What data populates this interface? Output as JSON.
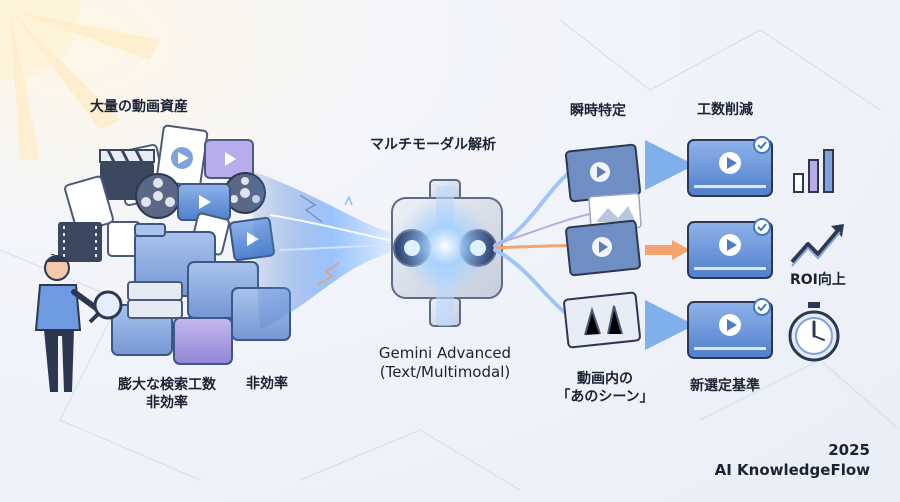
{
  "labels": {
    "massive_assets": "大量の動画資産",
    "multimodal_analysis": "マルチモーダル解析",
    "instant_identification": "瞬時特定",
    "effort_reduction": "工数削減",
    "huge_search_effort_line1": "膨大な検索工数",
    "huge_search_effort_line2": "非効率",
    "inefficiency": "非効率",
    "engine_line1": "Gemini Advanced",
    "engine_line2": "(Text/Multimodal)",
    "scene_line1": "動画内の",
    "scene_line2": "「あのシーン」",
    "roi_up": "ROI向上",
    "new_criteria": "新選定基準"
  },
  "footer": {
    "year": "2025",
    "brand": "AI KnowledgeFlow"
  },
  "colors": {
    "accent_blue": "#3f78c9",
    "light_blue": "#8fb6e8",
    "purple": "#9d8fdc",
    "orange": "#f29a5c",
    "navy": "#27344d"
  }
}
